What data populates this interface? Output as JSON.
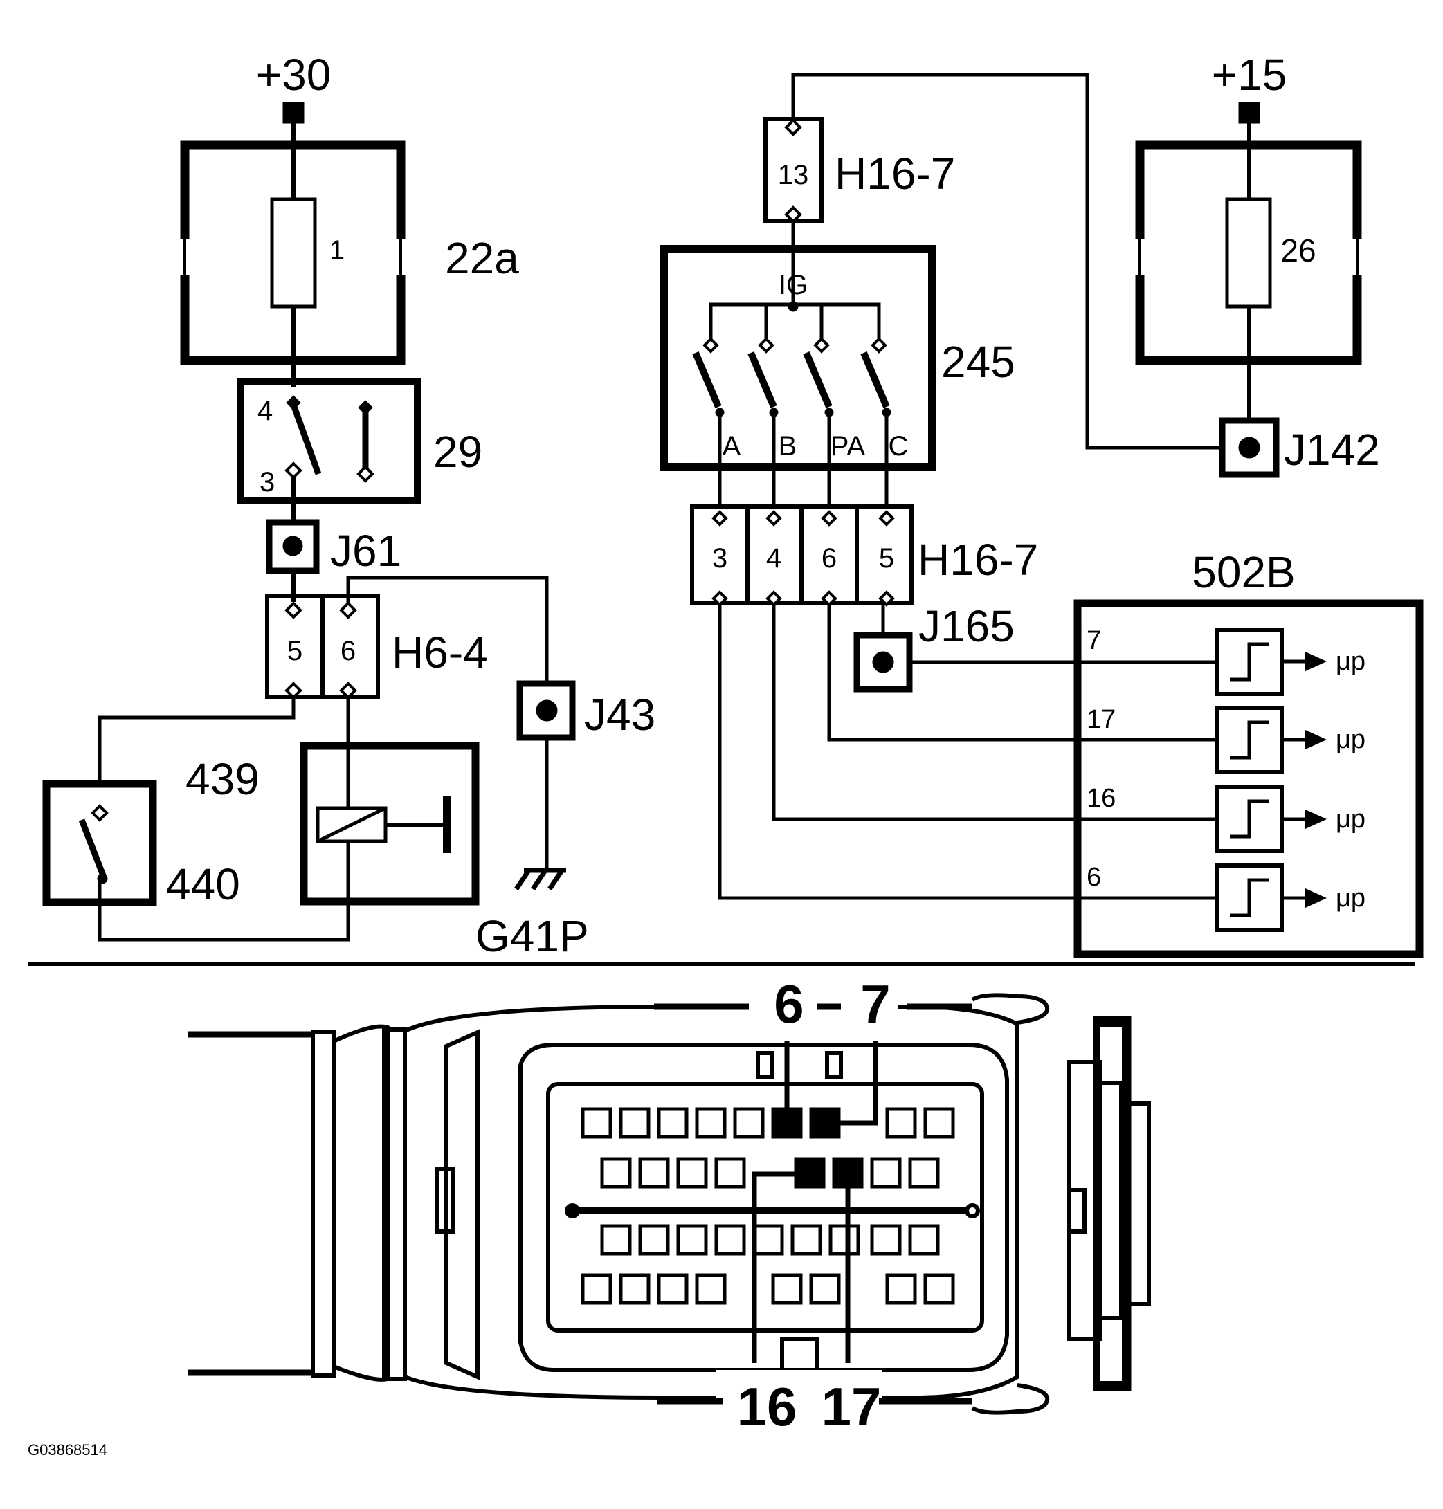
{
  "diagram": {
    "supply_left": "+30",
    "supply_right": "+15",
    "fuse_box_left": {
      "label": "22a",
      "fuse": "1"
    },
    "fuse_box_right": {
      "fuse": "26"
    },
    "switch_29": {
      "label": "29",
      "pin_top": "4",
      "pin_bottom": "3"
    },
    "junctions": {
      "j61": "J61",
      "j43": "J43",
      "j142": "J142",
      "j165": "J165"
    },
    "connector_h6": {
      "label": "H6-4",
      "pins": [
        "5",
        "6"
      ]
    },
    "connector_h16_top": {
      "label": "H16-7",
      "pin": "13"
    },
    "connector_h16_bottom": {
      "label": "H16-7",
      "pins": [
        "3",
        "4",
        "6",
        "5"
      ]
    },
    "ignition_switch": {
      "label": "245",
      "ig": "IG",
      "contacts": [
        "A",
        "B",
        "PA",
        "C"
      ]
    },
    "component_439": "439",
    "component_440": "440",
    "ground": "G41P",
    "module": {
      "label": "502B",
      "inputs": [
        "7",
        "17",
        "16",
        "6"
      ],
      "output": "μp"
    },
    "connector_view": {
      "pins_top": [
        "6",
        "7"
      ],
      "pins_bottom": [
        "16",
        "17"
      ]
    },
    "ref_id": "G03868514"
  }
}
